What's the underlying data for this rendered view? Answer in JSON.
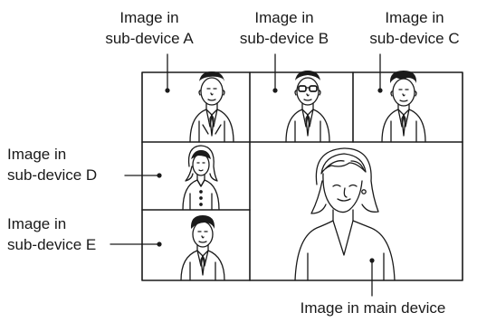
{
  "labels": {
    "sub_a": [
      "Image in",
      "sub-device A"
    ],
    "sub_b": [
      "Image in",
      "sub-device B"
    ],
    "sub_c": [
      "Image in",
      "sub-device C"
    ],
    "sub_d": [
      "Image in",
      "sub-device D"
    ],
    "sub_e": [
      "Image in",
      "sub-device E"
    ],
    "main": "Image in main device"
  }
}
